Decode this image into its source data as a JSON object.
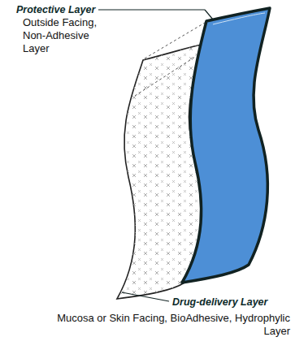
{
  "diagram": {
    "labels": [
      "Protective Layer",
      "Outside Facing, Non-Adhesive Layer",
      "Drug-delivery Layer",
      "Mucosa or Skin Facing, BioAdhesive, Hydrophylic Layer"
    ]
  }
}
